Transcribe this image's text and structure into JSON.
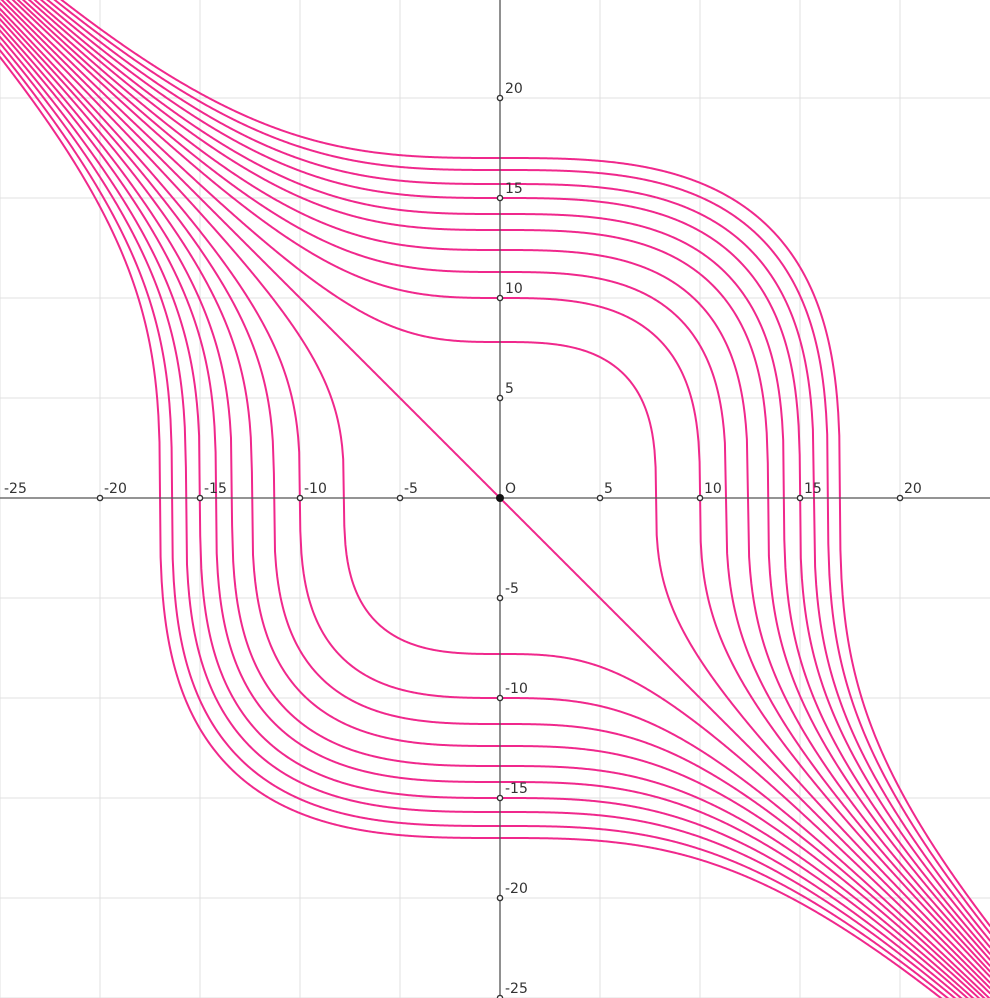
{
  "chart_data": {
    "type": "scatter",
    "title": "",
    "xlabel": "",
    "ylabel": "",
    "origin_label": "O",
    "xlim": [
      -25,
      24.5
    ],
    "ylim": [
      -25,
      24.9
    ],
    "grid": true,
    "x_ticks": [
      {
        "value": -25,
        "label": "-25"
      },
      {
        "value": -20,
        "label": "-20"
      },
      {
        "value": -15,
        "label": "-15"
      },
      {
        "value": -10,
        "label": "-10"
      },
      {
        "value": -5,
        "label": "-5"
      },
      {
        "value": 5,
        "label": "5"
      },
      {
        "value": 10,
        "label": "10"
      },
      {
        "value": 15,
        "label": "15"
      },
      {
        "value": 20,
        "label": "20"
      }
    ],
    "y_ticks": [
      {
        "value": 20,
        "label": "20"
      },
      {
        "value": 15,
        "label": "15"
      },
      {
        "value": 10,
        "label": "10"
      },
      {
        "value": 5,
        "label": "5"
      },
      {
        "value": -5,
        "label": "-5"
      },
      {
        "value": -10,
        "label": "-10"
      },
      {
        "value": -15,
        "label": "-15"
      },
      {
        "value": -20,
        "label": "-20"
      },
      {
        "value": -25,
        "label": "-25"
      }
    ],
    "relation": "implicit family x^3 + y^3 = c^3",
    "curve_color": "#f0288c",
    "series": [
      {
        "c": 7.8
      },
      {
        "c": 10.0
      },
      {
        "c": 11.3
      },
      {
        "c": 12.4
      },
      {
        "c": 13.4
      },
      {
        "c": 14.2
      },
      {
        "c": 15.0
      },
      {
        "c": 15.7
      },
      {
        "c": 16.4
      },
      {
        "c": 17.0
      },
      {
        "c": 0
      }
    ]
  }
}
